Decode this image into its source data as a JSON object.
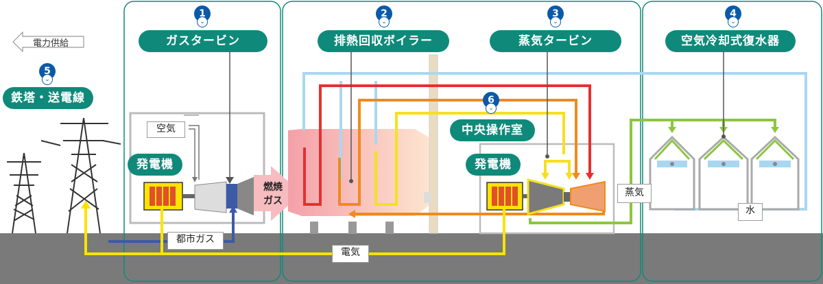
{
  "colors": {
    "teal": "#0f8a7a",
    "badge_blue": "#0a5aa8",
    "ground": "#7a7a7a",
    "red": "#e53030",
    "orange": "#f08a1c",
    "yellow": "#f5e020",
    "light_blue": "#a8d8f0",
    "green": "#8cc63f",
    "city_gas_blue": "#3c5aa8",
    "electric_yellow": "#fce300"
  },
  "sections": [
    {
      "num": "1",
      "label": "ガスタービン"
    },
    {
      "num": "2",
      "label": "排熱回収ボイラー"
    },
    {
      "num": "3",
      "label": "蒸気タービン"
    },
    {
      "num": "4",
      "label": "空気冷却式復水器"
    },
    {
      "num": "5",
      "label": "鉄塔・送電線"
    },
    {
      "num": "6",
      "label": "中央操作室"
    }
  ],
  "labels": {
    "power_supply": "電力供給",
    "air": "空気",
    "generator_1": "発電機",
    "generator_2": "発電機",
    "combustion_gas_1": "燃焼",
    "combustion_gas_2": "ガス",
    "city_gas": "都市ガス",
    "electricity": "電気",
    "steam": "蒸気",
    "water": "水"
  },
  "icons": {
    "chevron": "chevron-down-icon",
    "arrow_left": "arrow-left-icon"
  }
}
